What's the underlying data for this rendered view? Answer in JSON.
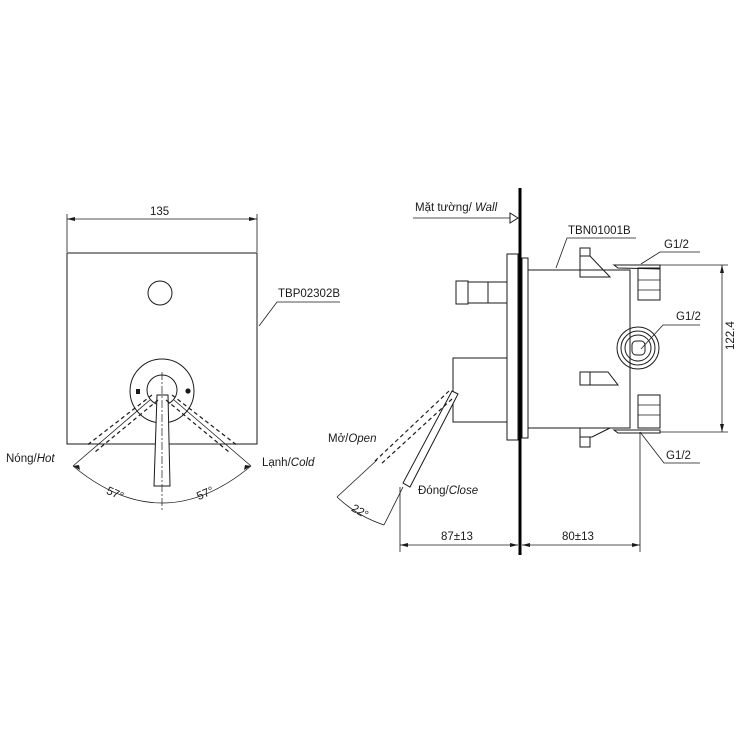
{
  "front_view": {
    "width_dim": "135",
    "part_label": "TBP02302B",
    "hot_label": "Nóng/",
    "hot_label_en": "Hot",
    "cold_label": "Lạnh/",
    "cold_label_en": "Cold",
    "angle_left": "57°",
    "angle_right": "57°"
  },
  "side_view": {
    "wall_label": "Mặt tường/ ",
    "wall_label_en": "Wall",
    "body_label": "TBN01001B",
    "port_top": "G1/2",
    "port_middle": "G1/2",
    "port_bottom": "G1/2",
    "height_dim": "122.4",
    "open_label": "Mở/",
    "open_label_en": "Open",
    "close_label": "Đóng/",
    "close_label_en": "Close",
    "lever_angle": "22°",
    "depth_front": "87±13",
    "depth_back": "80±13"
  }
}
